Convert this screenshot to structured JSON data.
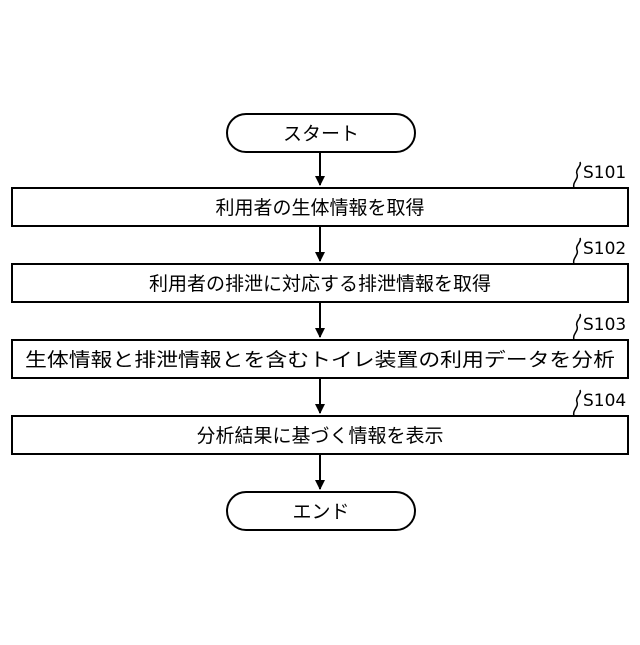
{
  "flowchart": {
    "start": "スタート",
    "end": "エンド",
    "steps": [
      {
        "label": "S101",
        "text": "利用者の生体情報を取得"
      },
      {
        "label": "S102",
        "text": "利用者の排泄に対応する排泄情報を取得"
      },
      {
        "label": "S103",
        "text": "生体情報と排泄情報とを含むトイレ装置の利用データを分析"
      },
      {
        "label": "S104",
        "text": "分析結果に基づく情報を表示"
      }
    ]
  }
}
